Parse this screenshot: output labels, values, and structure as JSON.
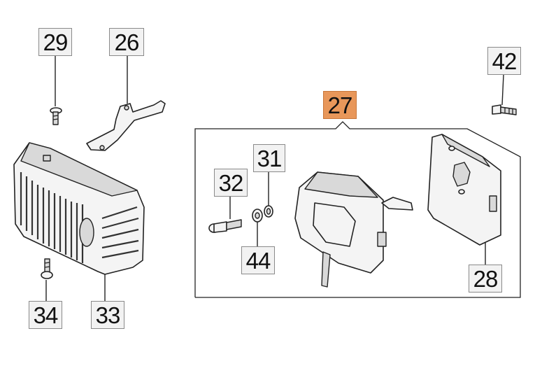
{
  "callouts": [
    {
      "id": "29",
      "label": "29",
      "highlighted": false
    },
    {
      "id": "26",
      "label": "26",
      "highlighted": false
    },
    {
      "id": "42",
      "label": "42",
      "highlighted": false
    },
    {
      "id": "27",
      "label": "27",
      "highlighted": true
    },
    {
      "id": "31",
      "label": "31",
      "highlighted": false
    },
    {
      "id": "32",
      "label": "32",
      "highlighted": false
    },
    {
      "id": "44",
      "label": "44",
      "highlighted": false
    },
    {
      "id": "28",
      "label": "28",
      "highlighted": false
    },
    {
      "id": "34",
      "label": "34",
      "highlighted": false
    },
    {
      "id": "33",
      "label": "33",
      "highlighted": false
    }
  ],
  "colors": {
    "highlight": "#e8975a",
    "callout_bg": "#f2f2f2",
    "ink": "#222222"
  }
}
